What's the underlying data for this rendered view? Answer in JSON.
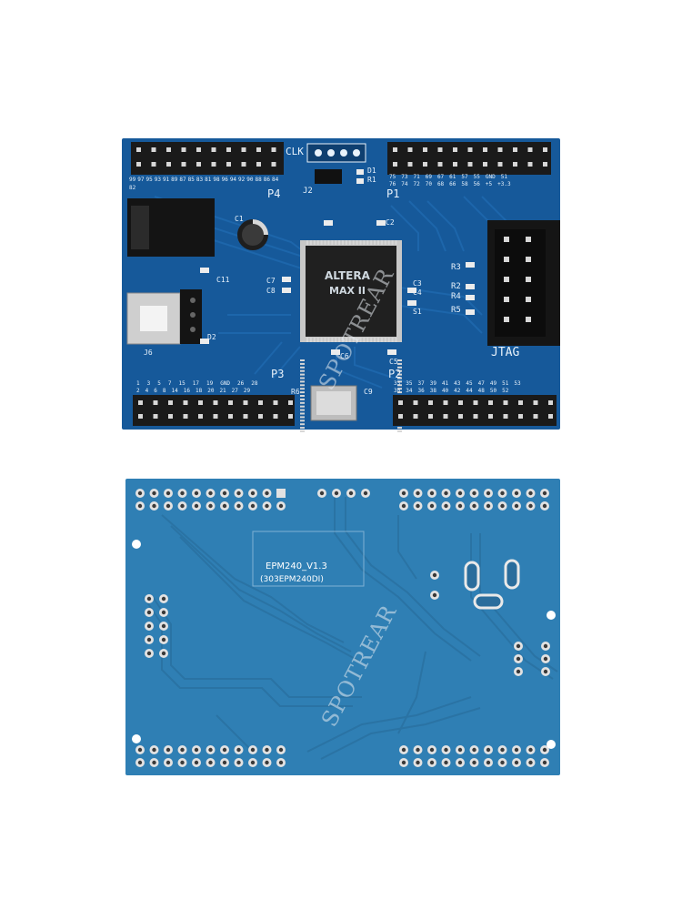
{
  "colors": {
    "background": "#ffffff",
    "pcb_top": "#16599a",
    "pcb_bottom": "#2f7fb4",
    "trace_top": "#1d66ab",
    "trace_bottom": "#2a73a4",
    "header_plastic": "#1a1a1a",
    "pin_metal": "#d7d7d7",
    "silkscreen": "#e8f2fb"
  },
  "front": {
    "labels": {
      "clk": "CLK",
      "p4": "P4",
      "p1": "P1",
      "p3": "P3",
      "p2": "P2",
      "jtag": "JTAG",
      "j2": "J2",
      "c1": "C1",
      "c2": "C2",
      "c3": "C3",
      "c4": "C4",
      "c5": "C5",
      "c6": "C6",
      "c7": "C7",
      "c8": "C8",
      "c9": "C9",
      "c11": "C11",
      "r1": "R1",
      "r2": "R2",
      "r3": "R3",
      "r4": "R4",
      "r5": "R5",
      "r6": "R6",
      "d1": "D1",
      "d2": "D2",
      "j6": "J6",
      "s1": "S1"
    },
    "chip": {
      "brand": "ALTERA",
      "model": "MAX II"
    },
    "p4_pins": [
      "99",
      "97",
      "95",
      "93",
      "91",
      "89",
      "87",
      "85",
      "83",
      "81",
      "98",
      "96",
      "94",
      "92",
      "90",
      "88",
      "86",
      "84",
      "82"
    ],
    "p1_pins_top": [
      "75",
      "73",
      "71",
      "69",
      "67",
      "61",
      "57",
      "55",
      "GND",
      "51"
    ],
    "p1_pins_bottom": [
      "76",
      "74",
      "72",
      "70",
      "68",
      "66",
      "58",
      "56",
      "+5",
      "+3.3"
    ],
    "p3_pins_top": [
      "1",
      "3",
      "5",
      "7",
      "15",
      "17",
      "19",
      "GND",
      "26",
      "28"
    ],
    "p3_pins_bottom": [
      "2",
      "4",
      "6",
      "8",
      "14",
      "16",
      "18",
      "20",
      "21",
      "27",
      "29"
    ],
    "p2_pins_top": [
      "33",
      "35",
      "37",
      "39",
      "41",
      "43",
      "45",
      "47",
      "49",
      "51",
      "53"
    ],
    "p2_pins_bottom": [
      "30",
      "34",
      "36",
      "38",
      "40",
      "42",
      "44",
      "48",
      "50",
      "52"
    ]
  },
  "back": {
    "version": "EPM240_V1.3",
    "code": "(303EPM240DI)"
  },
  "watermark": {
    "top": "SPOTREAR",
    "bottom": "SPOTREAR"
  }
}
